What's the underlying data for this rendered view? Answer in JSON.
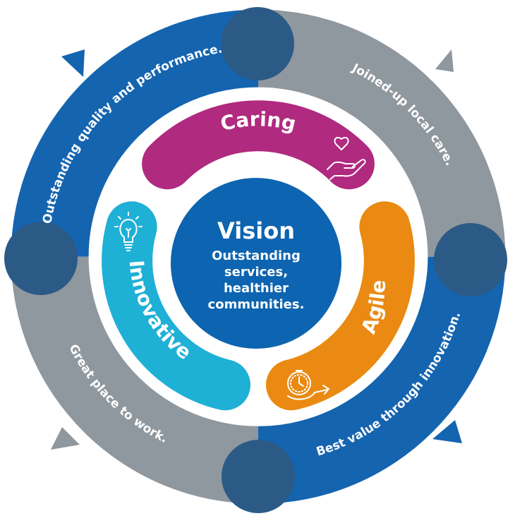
{
  "outer_ring": [
    {
      "label": "Outstanding quality and performance.",
      "color": "#1464b0"
    },
    {
      "label": "Joined-up local care.",
      "color": "#8f979f"
    },
    {
      "label": "Best value through innovation.",
      "color": "#1464b0"
    },
    {
      "label": "Great place to work.",
      "color": "#8f979f"
    }
  ],
  "joint_color": "#2b5a86",
  "values": [
    {
      "label": "Caring",
      "color": "#b02a7f",
      "icon": "hand-heart-icon"
    },
    {
      "label": "Agile",
      "color": "#ea8a12",
      "icon": "stopwatch-icon"
    },
    {
      "label": "Innovative",
      "color": "#1fb0d6",
      "icon": "lightbulb-icon"
    }
  ],
  "center": {
    "title": "Vision",
    "line1": "Outstanding",
    "line2": "services,",
    "line3": "healthier",
    "line4": "communities.",
    "color": "#0d64b0"
  }
}
